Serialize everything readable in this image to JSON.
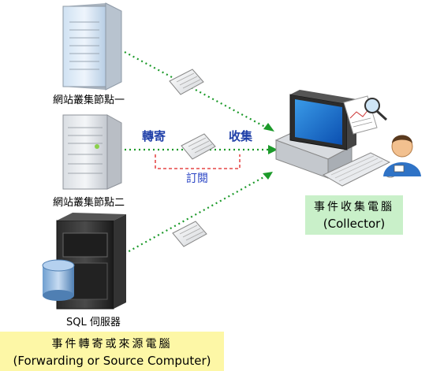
{
  "nodes": {
    "server1_label": "網站叢集節點一",
    "server2_label": "網站叢集節點二",
    "sql_label": "SQL 伺服器"
  },
  "flow": {
    "forward_label": "轉寄",
    "collect_label": "收集",
    "subscribe_label": "訂閱"
  },
  "collector": {
    "title": "事件收集電腦",
    "subtitle": "(Collector)"
  },
  "source": {
    "title": "事件轉寄或來源電腦",
    "subtitle": "(Forwarding or Source Computer)"
  },
  "colors": {
    "arrow": "#1c9a2a",
    "subscribe_line": "#e02020",
    "collector_bg": "#c9f0c9",
    "source_bg": "#fdf7a6"
  }
}
